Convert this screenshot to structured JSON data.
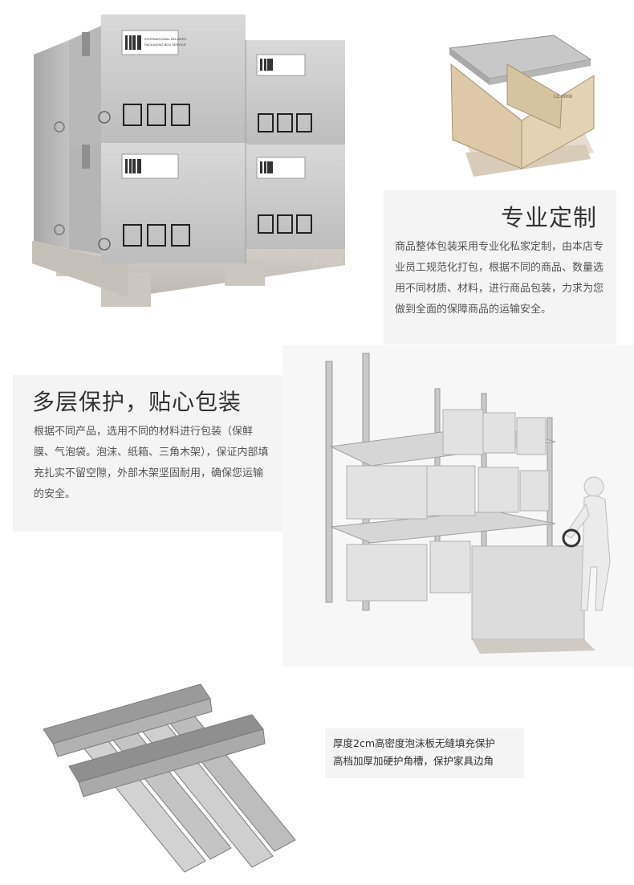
{
  "section_custom": {
    "title": "专业定制",
    "body": "商品整体包装采用专业化私家定制，由本店专业员工规范化打包，根据不同的商品、数量选用不同材质、材料，进行商品包装，力求为您做到全面的保障商品的运输安全。"
  },
  "section_protect": {
    "title": "多层保护，贴心包装",
    "body": "根据不同产品，选用不同的材料进行包装（保鲜膜、气泡袋。泡沫、纸箱、三角木架），保证内部填充扎实不留空隙，外部木架坚固耐用，确保您运输的安全。"
  },
  "section_corner": {
    "line1": "厚度2cm高密度泡沫板无缝填充保护",
    "line2": "高档加厚加硬护角槽，保护家具边角"
  },
  "box_label": {
    "line1": "INTERNATIONAL DELIVERY",
    "line2": "PACKAGING BOX SERVICE"
  },
  "crate_mark": "LC-0009"
}
